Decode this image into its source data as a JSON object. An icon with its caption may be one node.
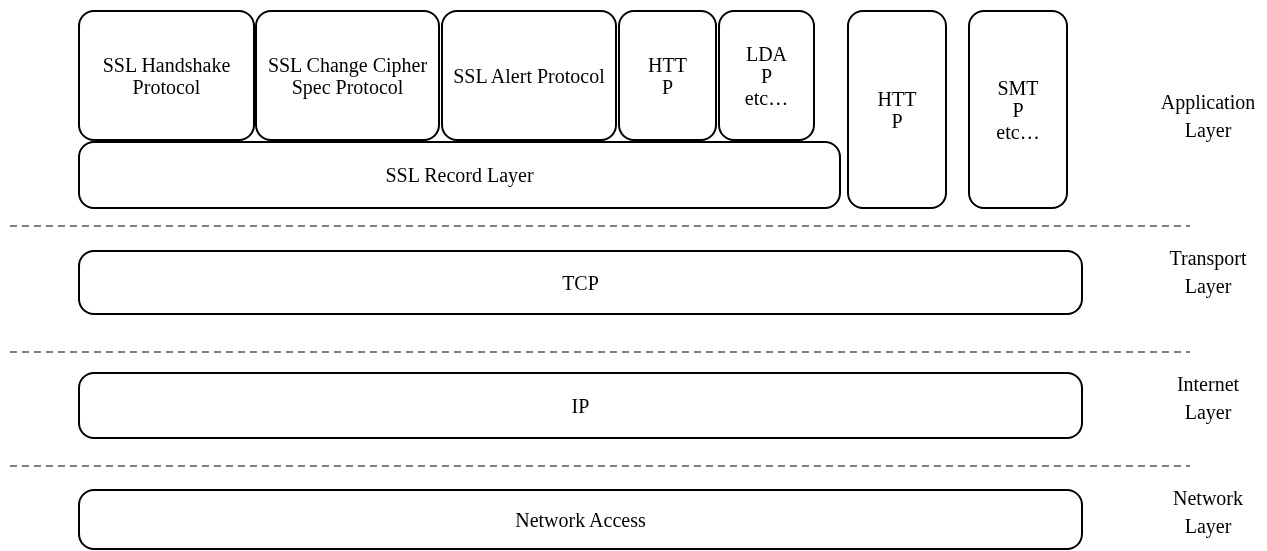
{
  "diagram": {
    "nodes": [
      {
        "text": [
          "SSL Handshake Protocol"
        ]
      },
      {
        "text": [
          "SSL Change Cipher Spec Protocol"
        ]
      },
      {
        "text": [
          "SSL Alert Protocol"
        ]
      },
      {
        "text": [
          "HTTP"
        ]
      },
      {
        "text": [
          "LDAP etc…"
        ]
      },
      {
        "text": [
          "SSL Record Layer"
        ]
      },
      {
        "text": [
          "HTTP"
        ]
      },
      {
        "text": [
          "SMTP etc…"
        ]
      },
      {
        "text": [
          "TCP"
        ]
      },
      {
        "text": [
          "IP"
        ]
      },
      {
        "text": [
          "Network Access"
        ]
      }
    ],
    "labels": [
      "Application Layer",
      "Transport Layer",
      "Internet Layer",
      "Network Layer"
    ]
  }
}
